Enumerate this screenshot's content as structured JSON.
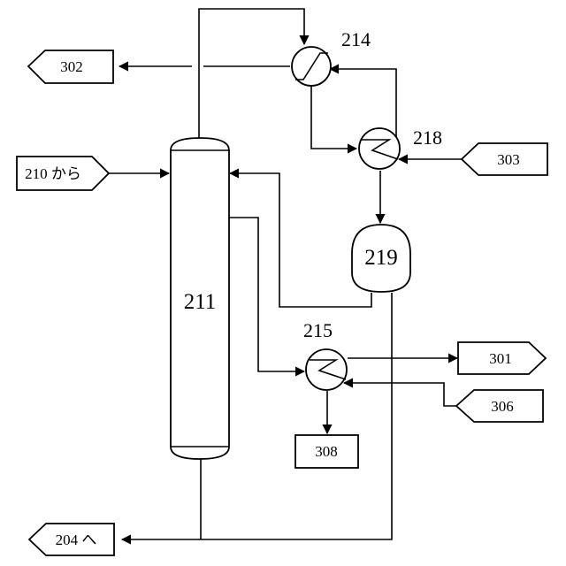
{
  "labels": {
    "column": "211",
    "exchanger_top": "214",
    "exchanger_mid": "218",
    "drum": "219",
    "exchanger_bottom": "215"
  },
  "connectors": {
    "c302": "302",
    "c210": "210 から",
    "c303": "303",
    "c301": "301",
    "c306": "306",
    "c308": "308",
    "c204": "204 へ"
  },
  "colors": {
    "line": "#000000",
    "background": "#ffffff"
  }
}
